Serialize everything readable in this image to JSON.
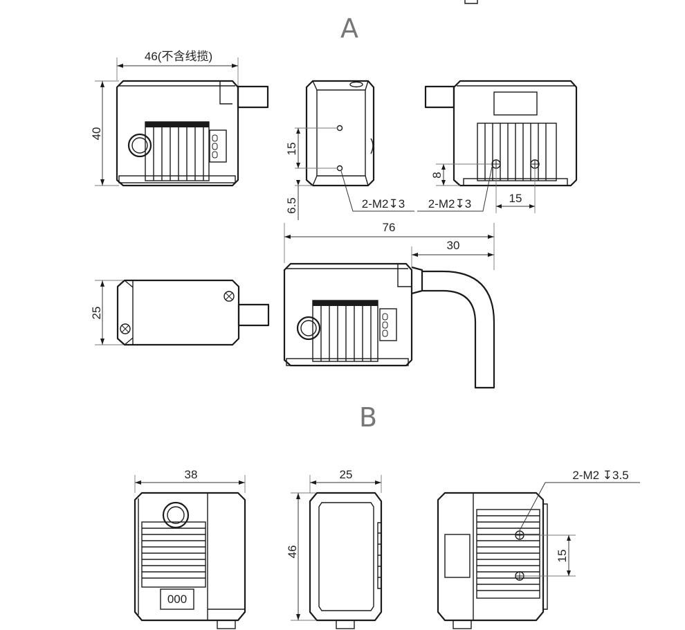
{
  "sections": {
    "a_label": "A",
    "b_label": "B"
  },
  "view_a": {
    "width_label": "46(不含线揽)",
    "height_label": "40",
    "hole_spacing_side": "15",
    "bottom_offset": "6.5",
    "thread_note_side": "2-M2↧3",
    "thread_note_rear": "2-M2↧3",
    "rear_hole_height": "8",
    "rear_hole_spacing": "15",
    "overall_length": "76",
    "cable_length": "30",
    "top_depth": "25"
  },
  "view_b": {
    "width_label": "38",
    "depth_label": "25",
    "height_label": "46",
    "thread_note": "2-M2 ↧3.5",
    "hole_spacing": "15"
  },
  "digits_label": "000"
}
